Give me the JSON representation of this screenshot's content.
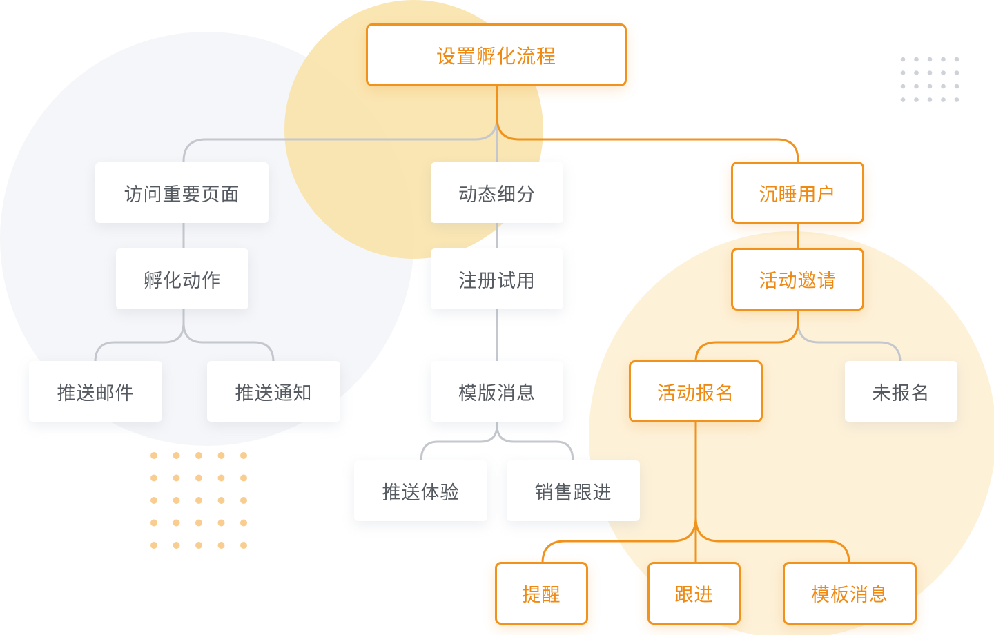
{
  "colors": {
    "accent": "#f0921c",
    "accent_text": "#ee8a13",
    "gray_text": "#555a61",
    "gray_line": "#c4c7cd",
    "yellow_blob": "#f9e0a2",
    "soft_yellow_blob": "#fdf1d8",
    "gray_blob": "#f5f6f9",
    "dot_orange": "#f8cd8f",
    "dot_gray": "#cfd2d8"
  },
  "nodes": {
    "root": "设置孵化流程",
    "visit_pages": "访问重要页面",
    "hatch_action": "孵化动作",
    "push_email": "推送邮件",
    "push_notice": "推送通知",
    "dynamic_segment": "动态细分",
    "register_trial": "注册试用",
    "template_msg_left": "模版消息",
    "push_experience": "推送体验",
    "sales_followup": "销售跟进",
    "dormant_users": "沉睡用户",
    "event_invite": "活动邀请",
    "event_signup": "活动报名",
    "not_signed_up": "未报名",
    "remind": "提醒",
    "follow_up": "跟进",
    "template_msg_right": "模板消息"
  }
}
